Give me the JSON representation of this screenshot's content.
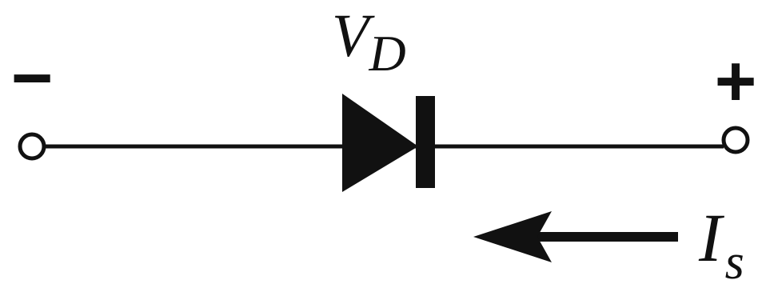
{
  "diagram": {
    "voltage_label": {
      "main": "V",
      "sub": "D"
    },
    "current_label": {
      "main": "I",
      "sub": "s"
    },
    "terminal_left_polarity": "−",
    "terminal_right_polarity": "+",
    "colors": {
      "ink": "#111111",
      "background": "#ffffff"
    }
  }
}
